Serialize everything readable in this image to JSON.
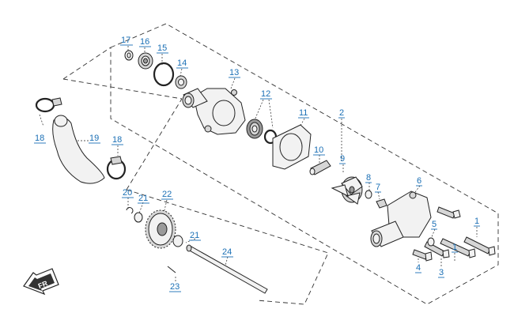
{
  "diagram": {
    "title": "",
    "part_numbers": [
      "1",
      "1",
      "2",
      "3",
      "4",
      "5",
      "6",
      "7",
      "8",
      "9",
      "10",
      "11",
      "12",
      "13",
      "14",
      "15",
      "16",
      "17",
      "18",
      "18",
      "19",
      "20",
      "21",
      "21",
      "22",
      "23",
      "24"
    ]
  },
  "callouts": {
    "c17": "17",
    "c16": "16",
    "c15": "15",
    "c14": "14",
    "c13": "13",
    "c12": "12",
    "c11": "11",
    "c2": "2",
    "c18a": "18",
    "c19": "19",
    "c18b": "18",
    "c10": "10",
    "c9": "9",
    "c8": "8",
    "c7": "7",
    "c6": "6",
    "c20": "20",
    "c21a": "21",
    "c22": "22",
    "c5": "5",
    "c1a": "1",
    "c21b": "21",
    "c24": "24",
    "c1b": "1",
    "c4": "4",
    "c3": "3",
    "c23": "23"
  },
  "badge": {
    "text": "FR",
    "icon": "front-direction-arrow-icon"
  },
  "colors": {
    "callout": "#1a6fb5",
    "line": "#222222",
    "background": "#ffffff"
  }
}
